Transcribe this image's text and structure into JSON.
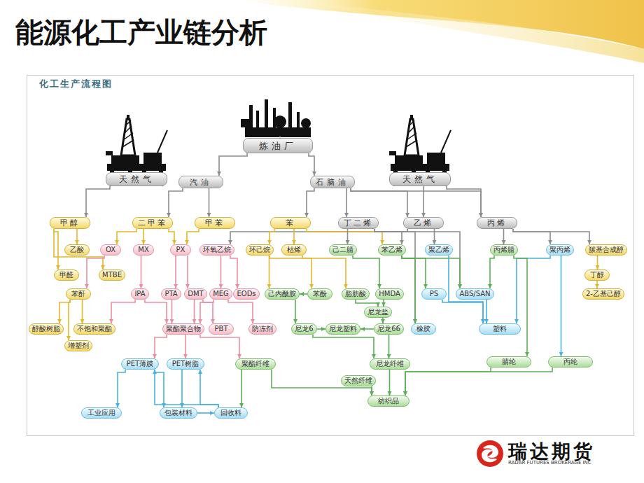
{
  "diagram": {
    "title": "能源化工产业链分析",
    "nodes": [
      {
        "text": [
          "炼油厂"
        ]
      },
      {
        "text": [
          "天然气"
        ]
      },
      {
        "text": [
          "汽油"
        ]
      },
      {
        "text": [
          "石脑油"
        ]
      },
      {
        "text": [
          "天然气"
        ]
      },
      {
        "text": [
          "甲醇"
        ]
      },
      {
        "text": [
          "二甲苯"
        ]
      },
      {
        "text": [
          "甲苯"
        ]
      },
      {
        "text": [
          "苯"
        ]
      },
      {
        "text": [
          "丁二烯"
        ]
      },
      {
        "text": [
          "乙烯"
        ]
      },
      {
        "text": [
          "丙烯"
        ]
      },
      {
        "text": [
          "乙酸"
        ]
      },
      {
        "text": [
          "OX"
        ]
      },
      {
        "text": [
          "MX"
        ]
      },
      {
        "text": [
          "PX"
        ]
      },
      {
        "text": [
          "环氧乙烷"
        ]
      },
      {
        "text": [
          "环己烷"
        ]
      },
      {
        "text": [
          "枯烯"
        ]
      },
      {
        "text": [
          "己二腈"
        ]
      },
      {
        "text": [
          "苯乙烯"
        ]
      },
      {
        "text": [
          "聚乙烯"
        ]
      },
      {
        "text": [
          "丙烯腈"
        ]
      },
      {
        "text": [
          "聚丙烯"
        ]
      },
      {
        "text": [
          "羰基合成醇"
        ]
      },
      {
        "text": [
          "甲醛"
        ]
      },
      {
        "text": [
          "MTBE"
        ]
      },
      {
        "text": [
          "丁醇"
        ]
      },
      {
        "text": [
          "苯酐"
        ]
      },
      {
        "text": [
          "IPA"
        ]
      },
      {
        "text": [
          "PTA"
        ]
      },
      {
        "text": [
          "DMT"
        ]
      },
      {
        "text": [
          "MEG"
        ]
      },
      {
        "text": [
          "EODs"
        ]
      },
      {
        "text": [
          "己内酰胺"
        ]
      },
      {
        "text": [
          "苯酚"
        ]
      },
      {
        "text": [
          "脂肪酸"
        ]
      },
      {
        "text": [
          "HMDA"
        ]
      },
      {
        "text": [
          "PS"
        ]
      },
      {
        "text": [
          "ABS/SAN"
        ]
      },
      {
        "text": [
          "2-乙基己醇"
        ]
      },
      {
        "text": [
          "尼龙盐"
        ]
      },
      {
        "text": [
          "醇酸树脂"
        ]
      },
      {
        "text": [
          "不饱和聚酯"
        ]
      },
      {
        "text": [
          "聚酯聚合物"
        ]
      },
      {
        "text": [
          "PBT"
        ]
      },
      {
        "text": [
          "防冻剂"
        ]
      },
      {
        "text": [
          "尼龙6"
        ]
      },
      {
        "text": [
          "尼龙塑料"
        ]
      },
      {
        "text": [
          "尼龙66"
        ]
      },
      {
        "text": [
          "橡胶"
        ]
      },
      {
        "text": [
          "塑料"
        ]
      },
      {
        "text": [
          "增塑剂"
        ]
      },
      {
        "text": [
          "PET薄膜"
        ]
      },
      {
        "text": [
          "PET树脂"
        ]
      },
      {
        "text": [
          "聚酯纤维"
        ]
      },
      {
        "text": [
          "尼龙纤维"
        ]
      },
      {
        "text": [
          "腈纶"
        ]
      },
      {
        "text": [
          "丙纶"
        ]
      },
      {
        "text": [
          "天然纤维"
        ]
      },
      {
        "text": [
          "纺织品"
        ]
      },
      {
        "text": [
          "工业应用"
        ]
      },
      {
        "text": [
          "包装材料"
        ]
      },
      {
        "text": [
          "回收料"
        ]
      }
    ],
    "edges": [
      {
        "from": 0,
        "to": 2,
        "arrow": "to"
      },
      {
        "from": 0,
        "to": 3,
        "arrow": "to"
      },
      {
        "from": 1,
        "to": 5,
        "arrow": "to"
      },
      {
        "from": 2,
        "to": 6,
        "arrow": "to"
      },
      {
        "from": 2,
        "to": 7,
        "arrow": "to"
      },
      {
        "from": 3,
        "to": 8,
        "arrow": "to"
      },
      {
        "from": 3,
        "to": 9,
        "arrow": "to"
      },
      {
        "from": 3,
        "to": 10,
        "arrow": "to"
      },
      {
        "from": 3,
        "to": 11,
        "arrow": "to"
      },
      {
        "from": 4,
        "to": 10,
        "arrow": "to"
      },
      {
        "from": 4,
        "to": 11,
        "arrow": "to"
      },
      {
        "from": 5,
        "to": 12,
        "arrow": "to"
      },
      {
        "from": 5,
        "to": 25,
        "arrow": "to"
      },
      {
        "from": 5,
        "to": 26,
        "arrow": "to"
      },
      {
        "from": 6,
        "to": 13,
        "arrow": "to"
      },
      {
        "from": 6,
        "to": 14,
        "arrow": "to"
      },
      {
        "from": 6,
        "to": 15,
        "arrow": "to"
      },
      {
        "from": 7,
        "to": 15,
        "arrow": "to"
      },
      {
        "from": 13,
        "to": 28,
        "arrow": "to"
      },
      {
        "from": 28,
        "to": 42,
        "arrow": "to"
      },
      {
        "from": 28,
        "to": 43,
        "arrow": "to"
      },
      {
        "from": 28,
        "to": 52,
        "arrow": "to"
      },
      {
        "from": 14,
        "to": 29,
        "arrow": "to"
      },
      {
        "from": 29,
        "to": 43,
        "arrow": "to"
      },
      {
        "from": 29,
        "to": 44,
        "arrow": "to"
      },
      {
        "from": 15,
        "to": 30,
        "arrow": "to"
      },
      {
        "from": 15,
        "to": 31,
        "arrow": "to"
      },
      {
        "from": 10,
        "to": 16,
        "arrow": "to"
      },
      {
        "from": 16,
        "to": 32,
        "arrow": "to"
      },
      {
        "from": 16,
        "to": 33,
        "arrow": "to"
      },
      {
        "from": 30,
        "to": 44,
        "arrow": "to"
      },
      {
        "from": 31,
        "to": 44,
        "arrow": "to"
      },
      {
        "from": 31,
        "to": 45,
        "arrow": "to"
      },
      {
        "from": 32,
        "to": 44,
        "arrow": "to"
      },
      {
        "from": 32,
        "to": 46,
        "arrow": "to"
      },
      {
        "from": 8,
        "to": 17,
        "arrow": "to"
      },
      {
        "from": 8,
        "to": 18,
        "arrow": "to"
      },
      {
        "from": 8,
        "to": 20,
        "arrow": "to"
      },
      {
        "from": 17,
        "to": 34,
        "arrow": "to"
      },
      {
        "from": 17,
        "to": 36,
        "arrow": "to"
      },
      {
        "from": 18,
        "to": 35,
        "arrow": "to"
      },
      {
        "from": 35,
        "to": 34,
        "arrow": "to"
      },
      {
        "from": 9,
        "to": 19,
        "arrow": "to"
      },
      {
        "from": 9,
        "to": 50,
        "arrow": "to"
      },
      {
        "from": 9,
        "to": 39,
        "arrow": "to"
      },
      {
        "from": 19,
        "to": 37,
        "arrow": "to"
      },
      {
        "from": 37,
        "to": 41,
        "arrow": "to"
      },
      {
        "from": 36,
        "to": 41,
        "arrow": "to"
      },
      {
        "from": 41,
        "to": 49,
        "arrow": "to"
      },
      {
        "from": 34,
        "to": 47,
        "arrow": "to"
      },
      {
        "from": 47,
        "to": 48,
        "arrow": "to"
      },
      {
        "from": 49,
        "to": 48,
        "arrow": "to"
      },
      {
        "from": 47,
        "to": 56,
        "arrow": "to"
      },
      {
        "from": 49,
        "to": 56,
        "arrow": "to"
      },
      {
        "from": 10,
        "to": 20,
        "arrow": "to"
      },
      {
        "from": 10,
        "to": 21,
        "arrow": "to"
      },
      {
        "from": 20,
        "to": 38,
        "arrow": "to"
      },
      {
        "from": 20,
        "to": 39,
        "arrow": "to"
      },
      {
        "from": 20,
        "to": 50,
        "arrow": "to"
      },
      {
        "from": 21,
        "to": 51,
        "arrow": "to"
      },
      {
        "from": 38,
        "to": 51,
        "arrow": "to"
      },
      {
        "from": 39,
        "to": 51,
        "arrow": "to"
      },
      {
        "from": 23,
        "to": 51,
        "arrow": "to"
      },
      {
        "from": 11,
        "to": 22,
        "arrow": "to"
      },
      {
        "from": 11,
        "to": 23,
        "arrow": "to"
      },
      {
        "from": 11,
        "to": 24,
        "arrow": "to"
      },
      {
        "from": 22,
        "to": 39,
        "arrow": "to"
      },
      {
        "from": 22,
        "to": 57,
        "arrow": "to"
      },
      {
        "from": 23,
        "to": 58,
        "arrow": "to"
      },
      {
        "from": 24,
        "to": 27,
        "arrow": "to"
      },
      {
        "from": 27,
        "to": 40,
        "arrow": "to"
      },
      {
        "from": 44,
        "to": 53,
        "arrow": "to"
      },
      {
        "from": 44,
        "to": 54,
        "arrow": "to"
      },
      {
        "from": 44,
        "to": 55,
        "arrow": "to"
      },
      {
        "from": 55,
        "to": 60,
        "arrow": "to"
      },
      {
        "from": 56,
        "to": 60,
        "arrow": "to"
      },
      {
        "from": 59,
        "to": 60,
        "arrow": "to"
      },
      {
        "from": 57,
        "to": 60,
        "arrow": "to"
      },
      {
        "from": 58,
        "to": 60,
        "arrow": "to"
      },
      {
        "from": 53,
        "to": 61,
        "arrow": "to"
      },
      {
        "from": 53,
        "to": 62,
        "arrow": "to"
      },
      {
        "from": 54,
        "to": 62,
        "arrow": "to"
      },
      {
        "from": 62,
        "to": 63,
        "arrow": "to"
      },
      {
        "from": 63,
        "to": 53,
        "arrow": "to"
      },
      {
        "from": 63,
        "to": 54,
        "arrow": "to"
      },
      {
        "from": 55,
        "to": 63,
        "arrow": "to"
      }
    ],
    "labels": [
      "化工生产流程图",
      "瑞达期货",
      "RADAR FUTURES BROKERAGE INC"
    ]
  }
}
